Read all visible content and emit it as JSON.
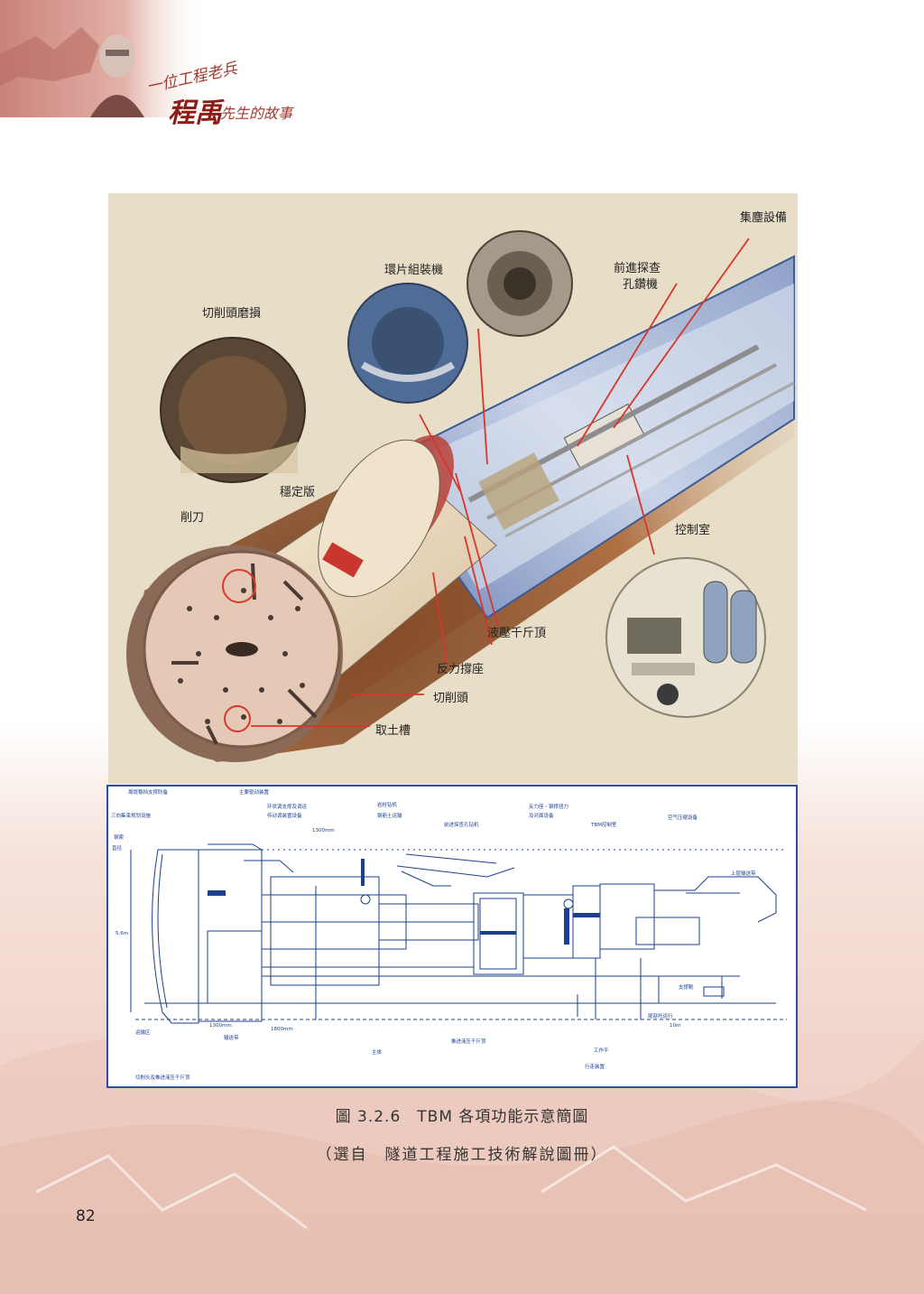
{
  "header": {
    "line1": "一位工程老兵",
    "name": "程禹",
    "line2": "先生的故事"
  },
  "figure": {
    "labels": {
      "dust": "集塵設備",
      "segment_erector": "環片組裝機",
      "probe_drill_1": "前進探查",
      "probe_drill_2": "孔鑽機",
      "cutter_wear": "切削頭磨損",
      "stabilizer": "穩定版",
      "cutter": "削刀",
      "control_room": "控制室",
      "hydraulic_jack": "液壓千斤頂",
      "reaction_support": "反力撐座",
      "cutter_head": "切削頭",
      "muck_slot": "取土槽"
    }
  },
  "blueprint": {
    "labels": {
      "l1": "周提稳挡支撑防备",
      "l2": "主要驱动装置",
      "l3": "三向集束规划设施",
      "l4": "环状调支撑及调运",
      "l5": "传动调装置设备",
      "l6": "岩栓钻机",
      "l7": "钢筋土运输",
      "l8": "反力座・钢撑扭力",
      "l9": "及对面设备",
      "l10": "TBM控制室",
      "l11": "空气压缩设备",
      "l12": "钢索",
      "l13": "前进探查孔钻机",
      "l14": "尾部托运行",
      "l15": "上层输送带",
      "l16": "支撑靴",
      "l17": "运输区",
      "l18": "输送带",
      "l19": "主体",
      "l20": "推进液压千斤顶",
      "l21": "工作平",
      "l22": "行走装置",
      "l23": "切削头及推进液压千斤顶",
      "l24": "直径",
      "dim1": "1300mm",
      "dim2": "1300mm",
      "dim3": "1800mm",
      "dim4": "10m",
      "vert": "5.6m"
    }
  },
  "caption": {
    "title": "圖 3.2.6　TBM 各項功能示意簡圖",
    "source": "（選自　隧道工程施工技術解說圖冊）"
  },
  "page_number": "82"
}
